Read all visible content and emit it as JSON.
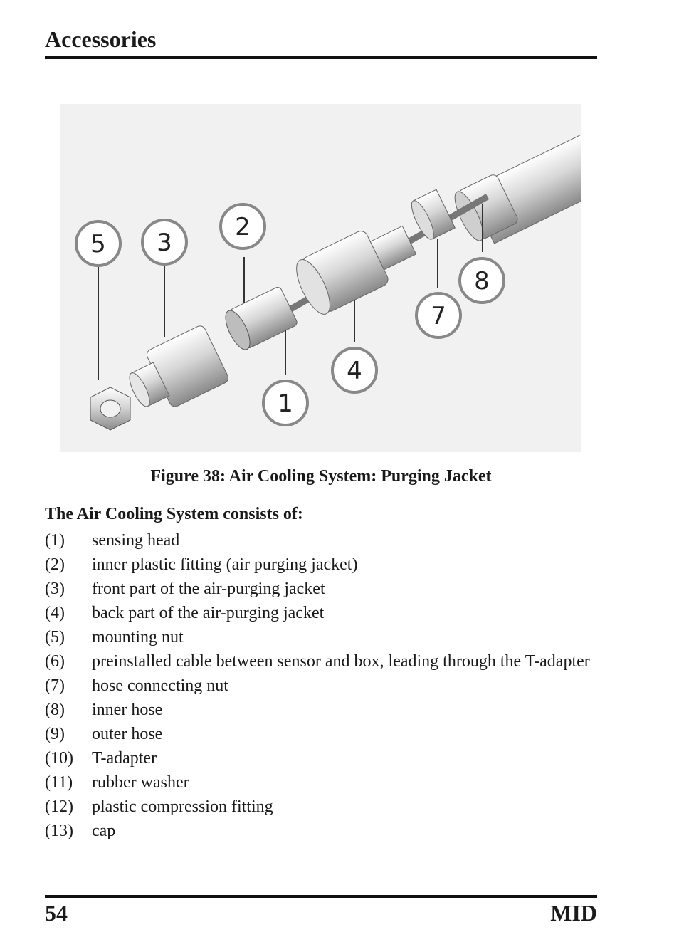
{
  "header": {
    "section_title": "Accessories"
  },
  "figure": {
    "callouts": [
      "1",
      "2",
      "3",
      "4",
      "5",
      "7",
      "8"
    ],
    "caption": "Figure 38: Air Cooling System: Purging Jacket"
  },
  "body": {
    "intro": "The Air Cooling System consists of:",
    "items": [
      {
        "num": "(1)",
        "text": "sensing head"
      },
      {
        "num": "(2)",
        "text": "inner plastic fitting (air purging jacket)"
      },
      {
        "num": "(3)",
        "text": "front part of the air-purging jacket"
      },
      {
        "num": "(4)",
        "text": "back part of the air-purging jacket"
      },
      {
        "num": "(5)",
        "text": "mounting nut"
      },
      {
        "num": "(6)",
        "text": "preinstalled cable between sensor and box, leading through the T-adapter"
      },
      {
        "num": "(7)",
        "text": "hose connecting nut"
      },
      {
        "num": "(8)",
        "text": "inner hose"
      },
      {
        "num": "(9)",
        "text": "outer hose"
      },
      {
        "num": "(10)",
        "text": "T-adapter"
      },
      {
        "num": "(11)",
        "text": "rubber washer"
      },
      {
        "num": "(12)",
        "text": "plastic compression fitting"
      },
      {
        "num": "(13)",
        "text": "cap"
      }
    ]
  },
  "footer": {
    "page_number": "54",
    "document_name": "MID"
  }
}
